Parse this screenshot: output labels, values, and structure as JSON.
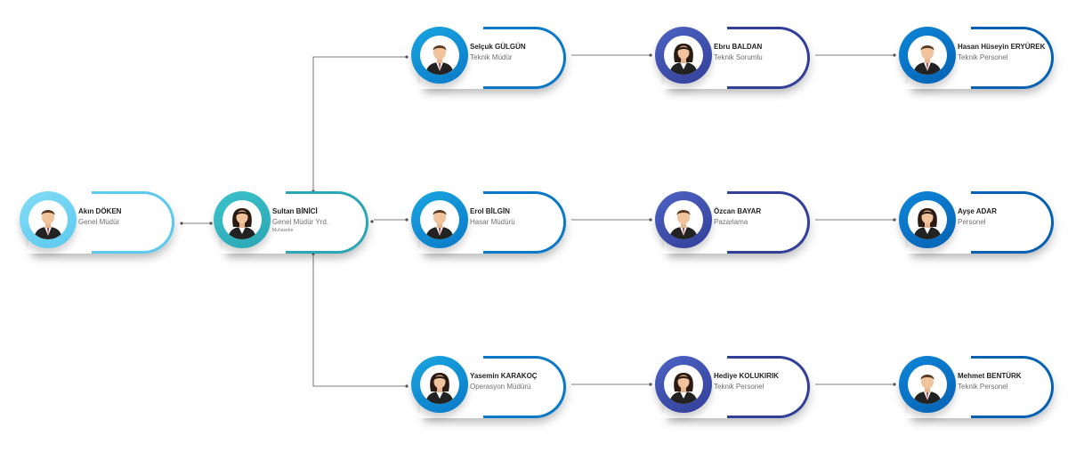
{
  "palette": {
    "light_blue": [
      "#84dcf6",
      "#5cc9ef"
    ],
    "teal": [
      "#3cc3cc",
      "#2aa6b4"
    ],
    "blue": [
      "#1aa6e0",
      "#0a78c8"
    ],
    "indigo": [
      "#4d63c4",
      "#323f98"
    ],
    "royal": [
      "#0e86d8",
      "#0661b3"
    ],
    "connector": "#555555"
  },
  "nodes": {
    "akin": {
      "name": "Akın DÖKEN",
      "title": "Genel Müdür",
      "avatar": "male-avatar-icon",
      "color": "light_blue"
    },
    "sultan": {
      "name": "Sultan BİNİCİ",
      "title": "Genel Müdür Yrd.",
      "subtitle": "Muhasebe",
      "avatar": "female-avatar-icon",
      "color": "teal"
    },
    "selcuk": {
      "name": "Selçuk GÜLGÜN",
      "title": "Teknik Müdür",
      "avatar": "male-avatar-icon",
      "color": "blue"
    },
    "erol": {
      "name": "Erol BİLGİN",
      "title": "Hasar Müdürü",
      "avatar": "male-avatar-icon",
      "color": "blue"
    },
    "yasemin": {
      "name": "Yasemin KARAKOÇ",
      "title": "Operasyon Müdürü",
      "avatar": "female-avatar-icon",
      "color": "blue"
    },
    "ebru": {
      "name": "Ebru BALDAN",
      "title": "Teknik Sorumlu",
      "avatar": "female-avatar-icon",
      "color": "indigo"
    },
    "ozcan": {
      "name": "Özcan BAYAR",
      "title": "Pazarlama",
      "avatar": "male-avatar-icon",
      "color": "indigo"
    },
    "hediye": {
      "name": "Hediye KOLUKIRIK",
      "title": "Teknik Personel",
      "avatar": "female-avatar-icon",
      "color": "indigo"
    },
    "hasan": {
      "name": "Hasan Hüseyin ERYÜREK",
      "title": "Teknik Personel",
      "avatar": "male-avatar-icon",
      "color": "royal"
    },
    "ayse": {
      "name": "Ayşe ADAR",
      "title": "Personel",
      "avatar": "female-avatar-icon",
      "color": "royal"
    },
    "mehmet": {
      "name": "Mehmet BENTÜRK",
      "title": "Teknik Personel",
      "avatar": "male-avatar-icon",
      "color": "royal"
    }
  },
  "edges": [
    [
      "sultan",
      "akin"
    ],
    [
      "sultan",
      "selcuk"
    ],
    [
      "sultan",
      "erol"
    ],
    [
      "sultan",
      "yasemin"
    ],
    [
      "selcuk",
      "ebru"
    ],
    [
      "ebru",
      "hasan"
    ],
    [
      "erol",
      "ozcan"
    ],
    [
      "ozcan",
      "ayse"
    ],
    [
      "yasemin",
      "hediye"
    ],
    [
      "hediye",
      "mehmet"
    ]
  ]
}
